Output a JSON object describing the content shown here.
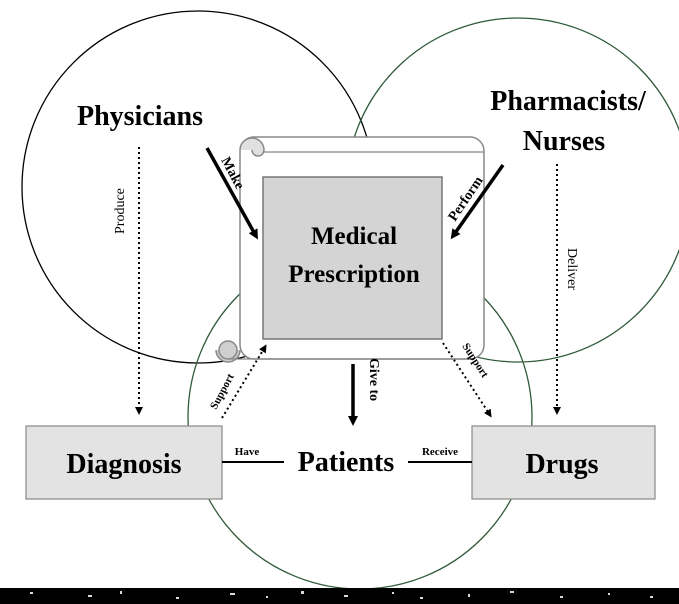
{
  "nodes": {
    "physicians": "Physicians",
    "pharmacists_line1": "Pharmacists/",
    "pharmacists_line2": "Nurses",
    "prescription_line1": "Medical",
    "prescription_line2": "Prescription",
    "diagnosis": "Diagnosis",
    "patients": "Patients",
    "drugs": "Drugs"
  },
  "edges": {
    "make": "Make",
    "perform": "Perform",
    "produce": "Produce",
    "deliver": "Deliver",
    "give_to": "Give to",
    "support_left": "Support",
    "support_right": "Support",
    "have": "Have",
    "receive": "Receive"
  },
  "colors": {
    "box_fill": "#e3e3e3",
    "prescription_fill": "#d4d4d4",
    "circle_green": "#2e5a3a",
    "line": "#000000"
  }
}
